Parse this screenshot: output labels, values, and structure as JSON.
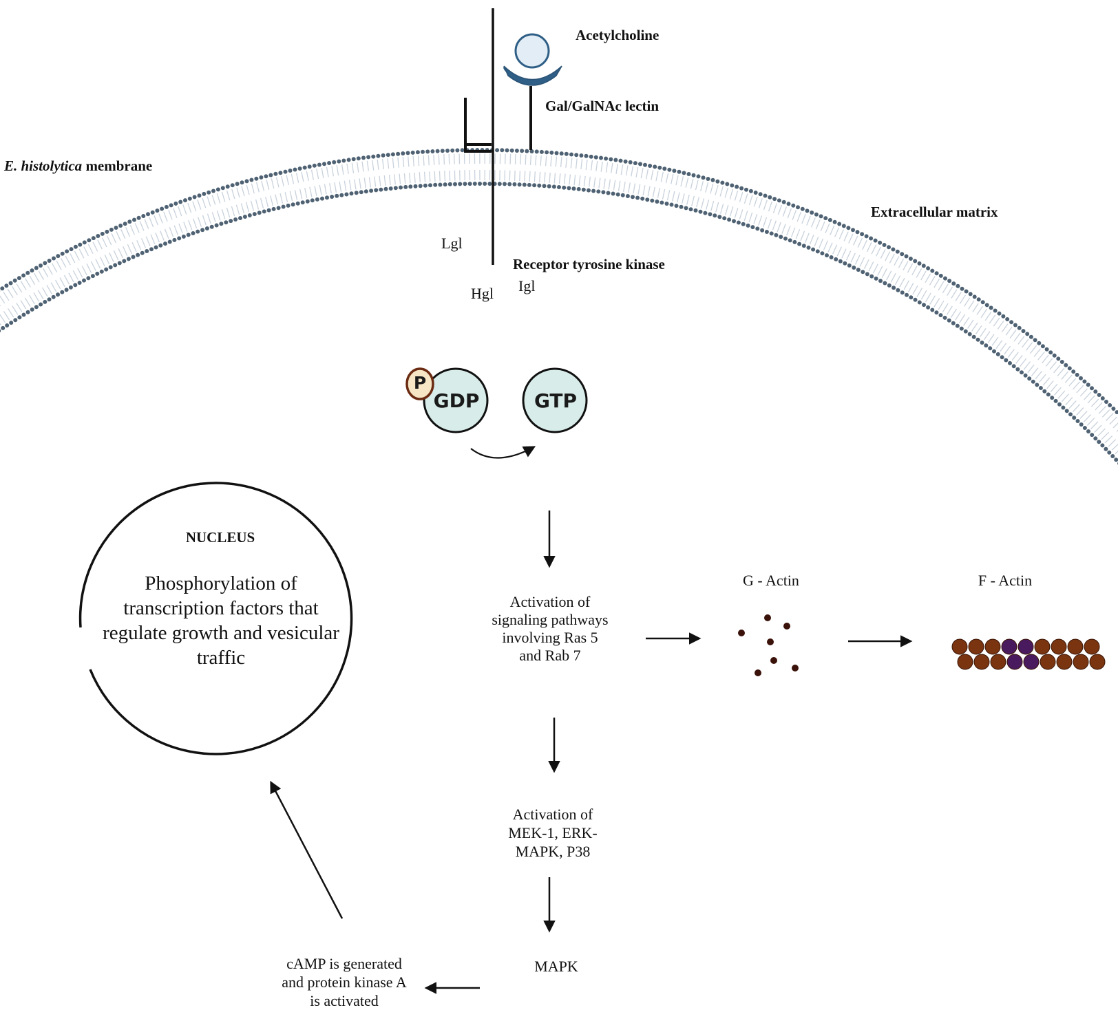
{
  "labels": {
    "acetylcholine": "Acetylcholine",
    "lectin": "Gal/GalNAc lectin",
    "membrane_italic": "E. histolytica",
    "membrane_rest": " membrane",
    "ecm": "Extracellular matrix",
    "lgl": "Lgl",
    "rtk": "Receptor tyrosine kinase",
    "hgl": "Hgl",
    "igl": "Igl",
    "phospho": "P",
    "gdp": "GDP",
    "gtp": "GTP",
    "nucleus_title": "NUCLEUS",
    "nucleus_text": "Phosphorylation of transcription factors that regulate growth and vesicular traffic",
    "signaling": "Activation of signaling pathways involving Ras 5 and Rab 7",
    "g_actin": "G - Actin",
    "f_actin": "F - Actin",
    "mek": "Activation of MEK-1, ERK-MAPK, P38",
    "mapk": "MAPK",
    "camp": "cAMP is generated and protein kinase A is activated"
  },
  "colors": {
    "membrane_head": "#4f6273",
    "membrane_tail": "#c9d2dc",
    "receptor_cup": "#2f5f86",
    "ligand_fill": "#e3edf5",
    "molecule_fill": "#d8ece9",
    "phospho_fill": "#f6e6c6",
    "phospho_stroke": "#6b2b12",
    "actin_brown": "#7a3410",
    "actin_purple": "#4a1a5e",
    "line": "#111111"
  },
  "icons": {
    "ligand": "acetylcholine-ball",
    "receptor": "lectin-cup",
    "membrane": "lipid-bilayer-arc"
  }
}
